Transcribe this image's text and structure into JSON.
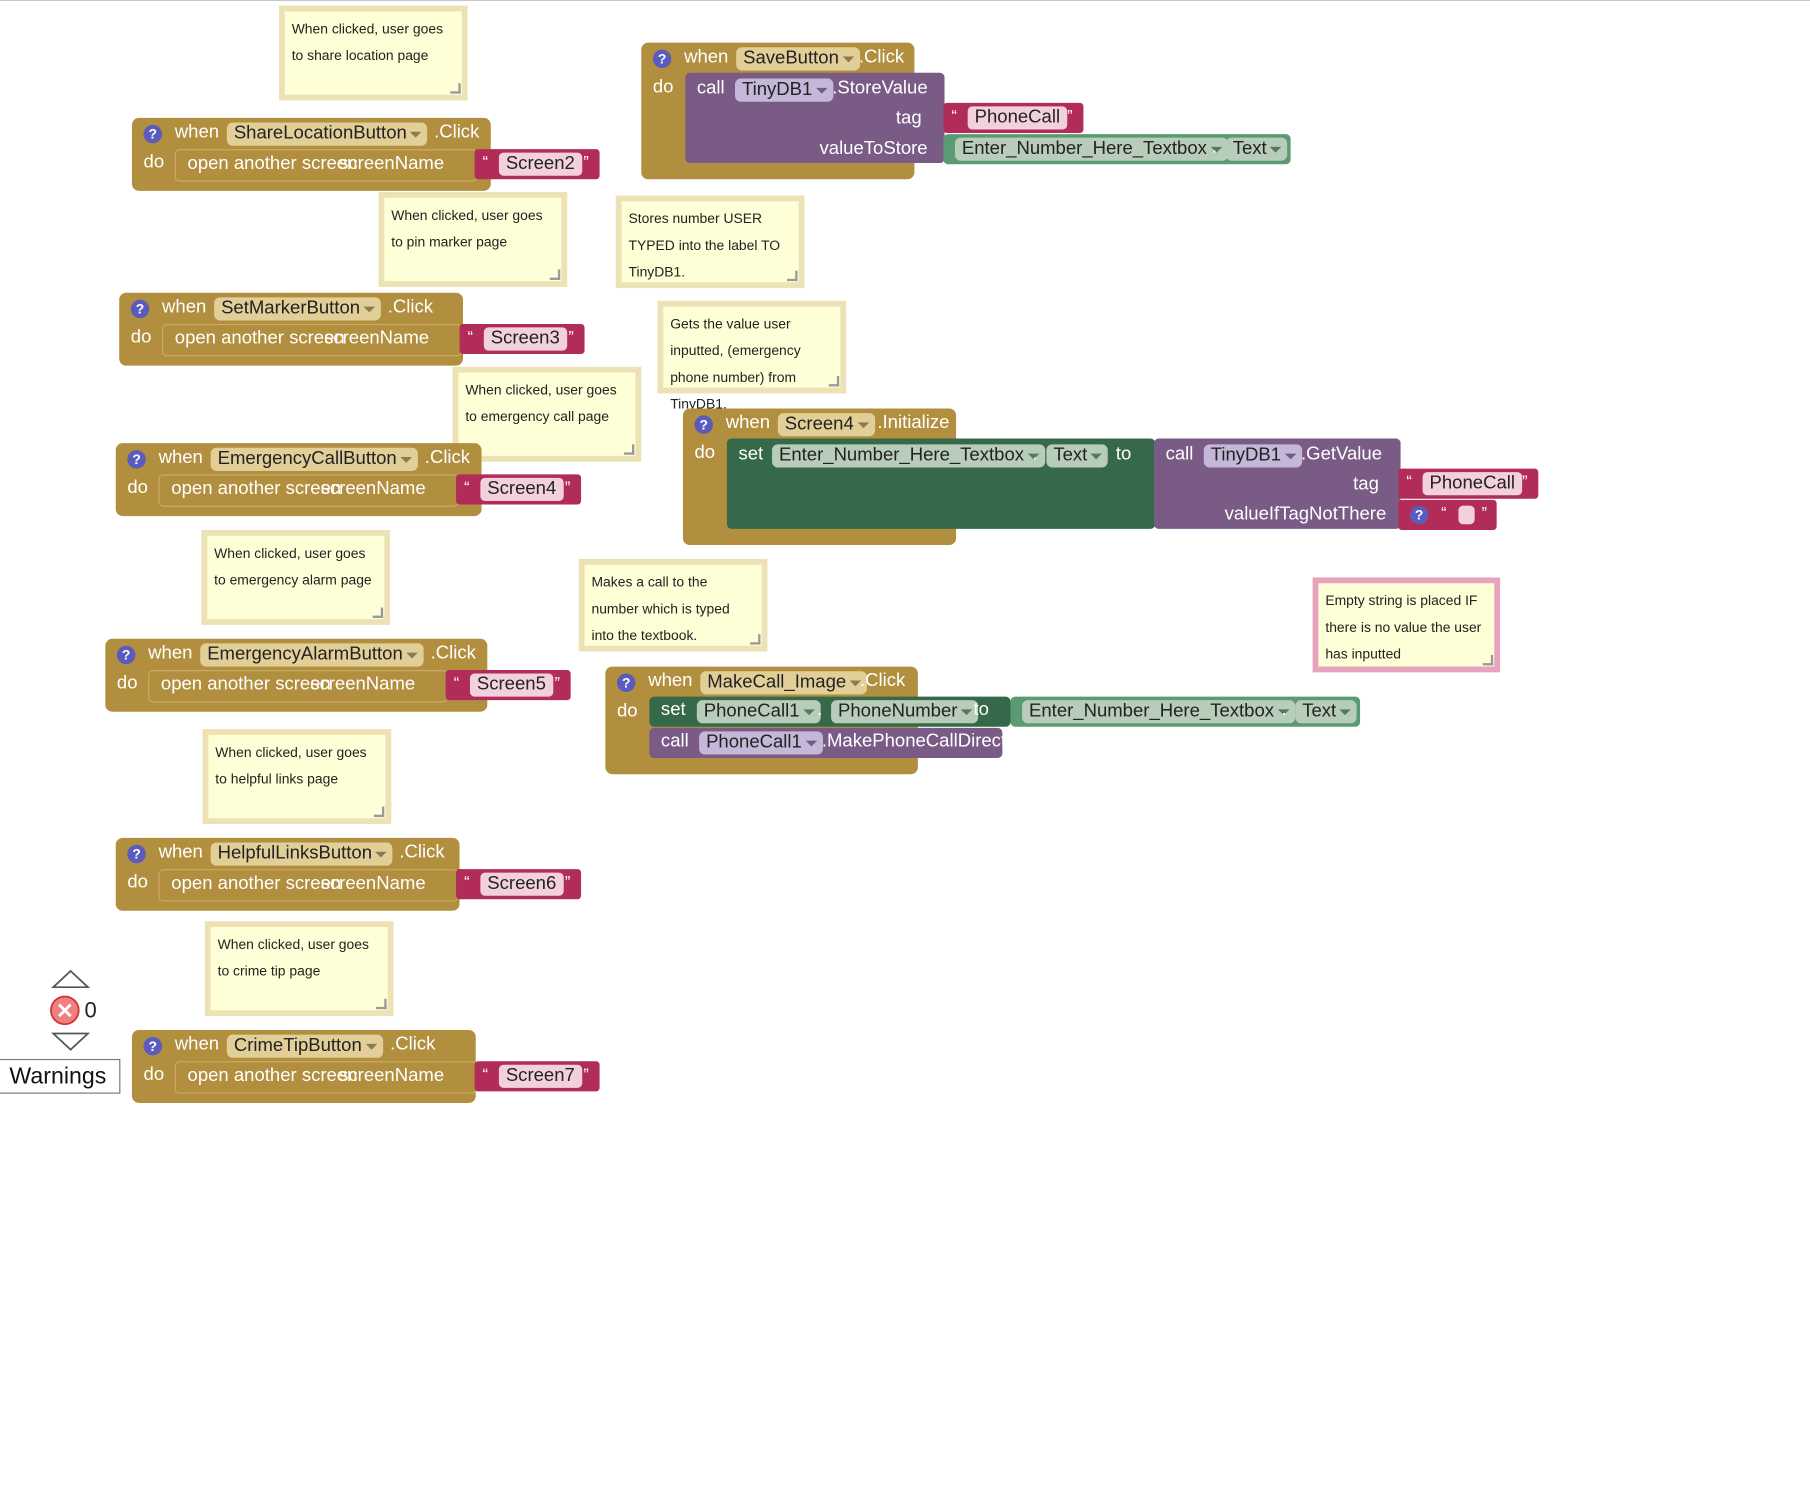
{
  "common": {
    "when": "when",
    "do": "do",
    "click": ".Click",
    "open_screen": "open another screen",
    "screen_name": "screenName",
    "help": "?",
    "lq": "“",
    "rq": "”",
    "call": "call",
    "set": "set",
    "to": "to",
    "tag": "tag",
    "dot": "."
  },
  "screen_blocks": [
    {
      "component": "ShareLocationButton",
      "screen": "Screen2",
      "comment": "When clicked, user goes to share location page"
    },
    {
      "component": "SetMarkerButton",
      "screen": "Screen3",
      "comment": "When clicked, user goes to pin marker page"
    },
    {
      "component": "EmergencyCallButton",
      "screen": "Screen4",
      "comment": "When clicked, user goes to emergency call page"
    },
    {
      "component": "EmergencyAlarmButton",
      "screen": "Screen5",
      "comment": "When clicked, user goes to emergency alarm page"
    },
    {
      "component": "HelpfulLinksButton",
      "screen": "Screen6",
      "comment": "When clicked, user goes to helpful links page"
    },
    {
      "component": "CrimeTipButton",
      "screen": "Screen7",
      "comment": "When clicked, user goes to crime tip page"
    }
  ],
  "save_block": {
    "component": "SaveButton",
    "db": "TinyDB1",
    "method": ".StoreValue",
    "tag_value": "PhoneCall",
    "value_label": "valueToStore",
    "textbox": "Enter_Number_Here_Textbox",
    "prop": "Text",
    "comment": "Stores number USER TYPED into the label TO TinyDB1."
  },
  "init_block": {
    "component": "Screen4",
    "event": ".Initialize",
    "textbox": "Enter_Number_Here_Textbox",
    "prop": "Text",
    "db": "TinyDB1",
    "method": ".GetValue",
    "tag_value": "PhoneCall",
    "notthere_label": "valueIfTagNotThere",
    "comment": "Gets the value user inputted, (emergency phone number) from TinyDB1.",
    "empty_comment": "Empty string is placed IF there is no value the user has inputted"
  },
  "call_block": {
    "component": "MakeCall_Image",
    "phone": "PhoneCall1",
    "prop": "PhoneNumber",
    "textbox": "Enter_Number_Here_Textbox",
    "text_prop": "Text",
    "method": ".MakePhoneCallDirect",
    "comment": "Makes a call to the number which is typed into the textbook."
  },
  "warnings": {
    "count": "0",
    "label": "Warnings"
  }
}
